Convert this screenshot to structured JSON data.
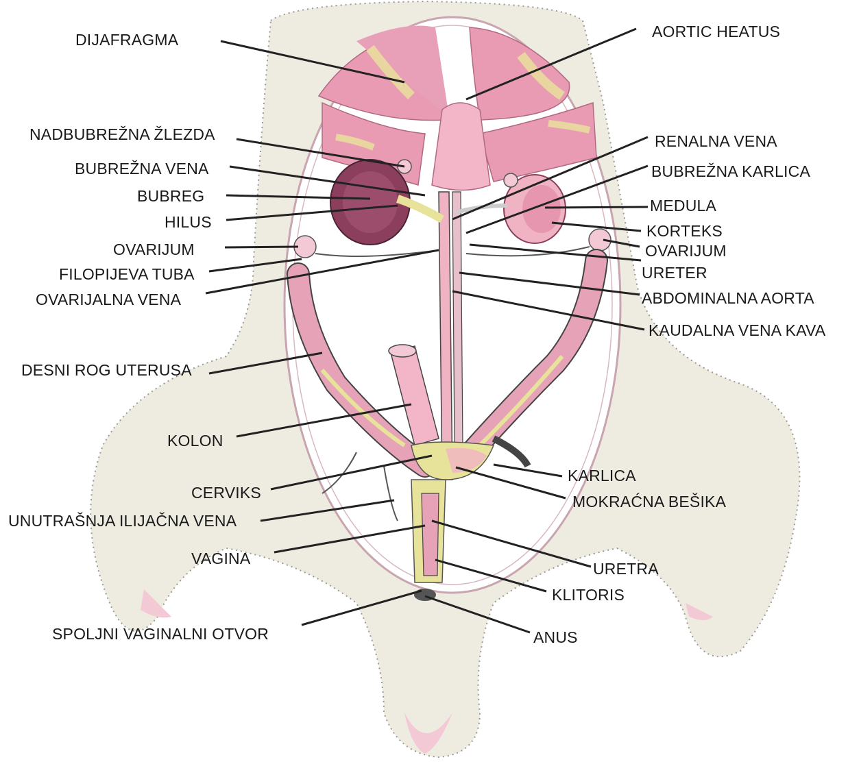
{
  "colors": {
    "muscle": "#e89bb2",
    "muscle_dark": "#c9607f",
    "fat": "#e8e39a",
    "kidney": "#8c3f5c",
    "vessel": "#f0b3c4",
    "body_fill": "#eeebe1",
    "outline": "#3a3a3a",
    "leader": "#222222"
  },
  "labels": {
    "left": [
      {
        "id": "dijafragma",
        "text": "DIJAFRAGMA"
      },
      {
        "id": "nadbubrezna-zlezda",
        "text": "NADBUBREŽNA ŽLEZDA"
      },
      {
        "id": "bubrezna-vena",
        "text": "BUBREŽNA VENA"
      },
      {
        "id": "bubreg",
        "text": "BUBREG"
      },
      {
        "id": "hilus",
        "text": "HILUS"
      },
      {
        "id": "ovarijum-left",
        "text": "OVARIJUM"
      },
      {
        "id": "filopijeva-tuba",
        "text": "FILOPIJEVA TUBA"
      },
      {
        "id": "ovarijalna-vena",
        "text": "OVARIJALNA VENA"
      },
      {
        "id": "desni-rog-uterusa",
        "text": "DESNI ROG UTERUSA"
      },
      {
        "id": "kolon",
        "text": "KOLON"
      },
      {
        "id": "cerviks",
        "text": "CERVIKS"
      },
      {
        "id": "unutrasnja-ilijacna-vena",
        "text": "UNUTRAŠNJA ILIJAČNA VENA"
      },
      {
        "id": "vagina",
        "text": "VAGINA"
      },
      {
        "id": "spoljni-vaginalni-otvor",
        "text": "SPOLJNI VAGINALNI OTVOR"
      }
    ],
    "right": [
      {
        "id": "aortic-heatus",
        "text": "AORTIC HEATUS"
      },
      {
        "id": "renalna-vena",
        "text": "RENALNA VENA"
      },
      {
        "id": "bubrezna-karlica",
        "text": "BUBREŽNA KARLICA"
      },
      {
        "id": "medula",
        "text": "MEDULA"
      },
      {
        "id": "korteks",
        "text": "KORTEKS"
      },
      {
        "id": "ovarijum-right",
        "text": "OVARIJUM"
      },
      {
        "id": "ureter",
        "text": "URETER"
      },
      {
        "id": "abdominalna-aorta",
        "text": "ABDOMINALNA AORTA"
      },
      {
        "id": "kaudalna-vena-kava",
        "text": "KAUDALNA VENA KAVA"
      },
      {
        "id": "karlica",
        "text": "KARLICA"
      },
      {
        "id": "mokracna-besika",
        "text": "MOKRAĆNA BEŠIKA"
      },
      {
        "id": "uretra",
        "text": "URETRA"
      },
      {
        "id": "klitoris",
        "text": "KLITORIS"
      },
      {
        "id": "anus",
        "text": "ANUS"
      }
    ]
  }
}
